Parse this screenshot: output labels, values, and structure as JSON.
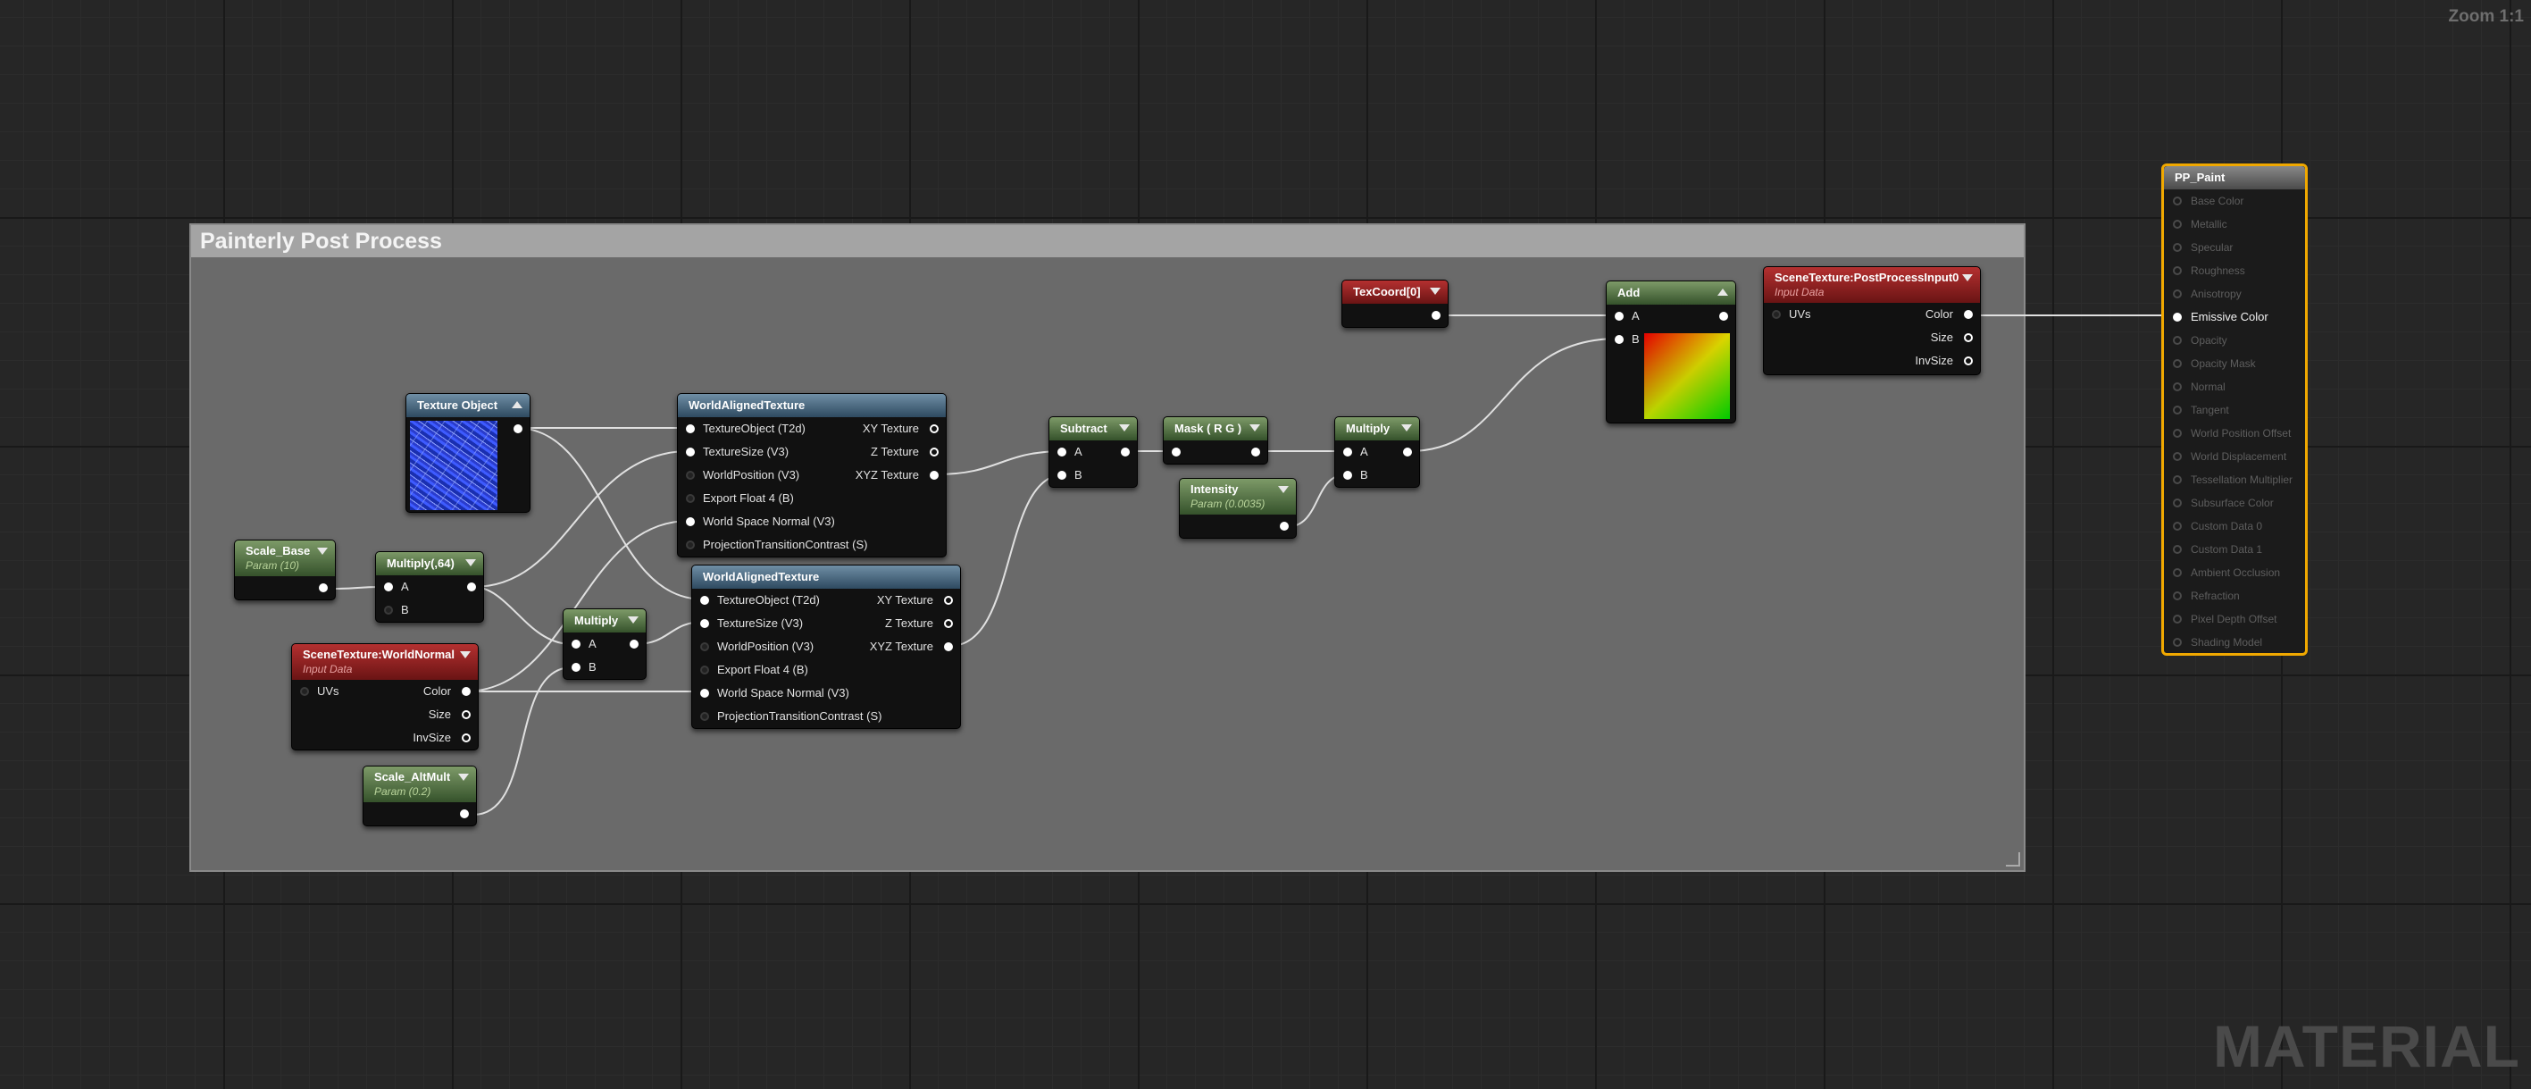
{
  "viewport": {
    "zoom_label": "Zoom 1:1",
    "watermark": "MATERIAL"
  },
  "comment_box": {
    "title": "Painterly Post Process"
  },
  "nodes": {
    "texture_object": {
      "title": "Texture Object"
    },
    "scale_base": {
      "title": "Scale_Base",
      "subtitle": "Param (10)"
    },
    "multiply_64": {
      "title": "Multiply(,64)",
      "inputs": [
        "A",
        "B"
      ]
    },
    "scene_texture_worldnormal": {
      "title": "SceneTexture:WorldNormal",
      "subtitle": "Input Data",
      "input": "UVs",
      "outputs": [
        "Color",
        "Size",
        "InvSize"
      ]
    },
    "scale_altmult": {
      "title": "Scale_AltMult",
      "subtitle": "Param (0.2)"
    },
    "multiply_small": {
      "title": "Multiply",
      "inputs": [
        "A",
        "B"
      ]
    },
    "world_aligned_texture_1": {
      "title": "WorldAlignedTexture",
      "inputs": [
        "TextureObject (T2d)",
        "TextureSize (V3)",
        "WorldPosition (V3)",
        "Export Float 4 (B)",
        "World Space Normal (V3)",
        "ProjectionTransitionContrast (S)"
      ],
      "outputs": [
        "XY Texture",
        "Z Texture",
        "XYZ Texture"
      ]
    },
    "world_aligned_texture_2": {
      "title": "WorldAlignedTexture",
      "inputs": [
        "TextureObject (T2d)",
        "TextureSize (V3)",
        "WorldPosition (V3)",
        "Export Float 4 (B)",
        "World Space Normal (V3)",
        "ProjectionTransitionContrast (S)"
      ],
      "outputs": [
        "XY Texture",
        "Z Texture",
        "XYZ Texture"
      ]
    },
    "subtract": {
      "title": "Subtract",
      "inputs": [
        "A",
        "B"
      ]
    },
    "mask": {
      "title": "Mask ( R G )"
    },
    "intensity": {
      "title": "Intensity",
      "subtitle": "Param (0.0035)"
    },
    "multiply_final": {
      "title": "Multiply",
      "inputs": [
        "A",
        "B"
      ]
    },
    "texcoord": {
      "title": "TexCoord[0]"
    },
    "add": {
      "title": "Add",
      "inputs": [
        "A",
        "B"
      ]
    },
    "scene_texture_postprocess": {
      "title": "SceneTexture:PostProcessInput0",
      "subtitle": "Input Data",
      "input": "UVs",
      "outputs": [
        "Color",
        "Size",
        "InvSize"
      ]
    }
  },
  "material_output": {
    "title": "PP_Paint",
    "pins": [
      "Base Color",
      "Metallic",
      "Specular",
      "Roughness",
      "Anisotropy",
      "Emissive Color",
      "Opacity",
      "Opacity Mask",
      "Normal",
      "Tangent",
      "World Position Offset",
      "World Displacement",
      "Tessellation Multiplier",
      "Subsurface Color",
      "Custom Data 0",
      "Custom Data 1",
      "Ambient Occlusion",
      "Refraction",
      "Pixel Depth Offset",
      "Shading Model"
    ],
    "active_pin": "Emissive Color"
  },
  "colors": {
    "selection_border": "#f0a800",
    "param_header": "#4e6e3c",
    "function_header": "#3d5a72",
    "scene_texture_header": "#8a1e1e",
    "wire": "#e0e0e0"
  }
}
